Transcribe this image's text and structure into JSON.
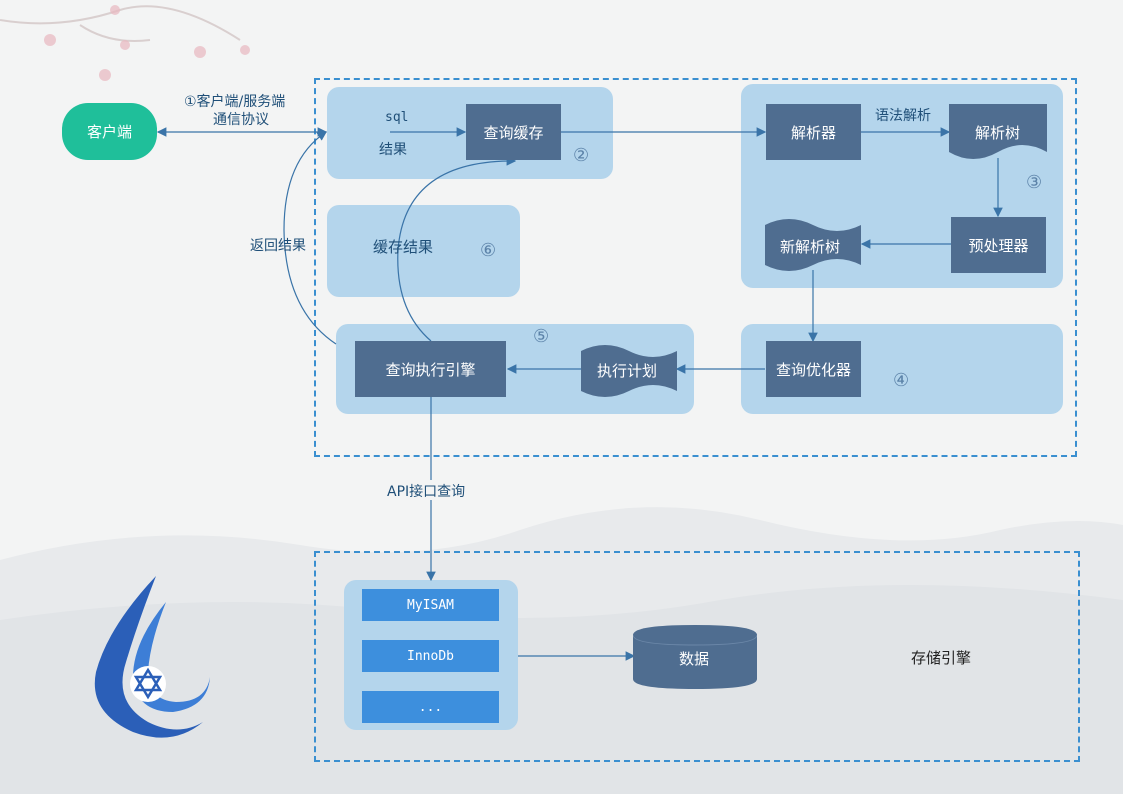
{
  "client": {
    "label": "客户端"
  },
  "protocol": {
    "line1": "①客户端/服务端",
    "line2": "通信协议"
  },
  "cache": {
    "sql_label": "sql",
    "result_label": "结果",
    "box_label": "查询缓存",
    "step": "②"
  },
  "parser_panel": {
    "parser": "解析器",
    "syntax_label": "语法解析",
    "parse_tree": "解析树",
    "step": "③",
    "preprocessor": "预处理器",
    "new_parse_tree": "新解析树"
  },
  "cache_result": {
    "label": "缓存结果",
    "step": "⑥"
  },
  "return_label": "返回结果",
  "execution": {
    "engine": "查询执行引擎",
    "plan": "执行计划",
    "step": "⑤"
  },
  "optimizer": {
    "label": "查询优化器",
    "step": "④"
  },
  "api_label": "API接口查询",
  "storage": {
    "engines": [
      "MyISAM",
      "InnoDb",
      "..."
    ],
    "data_label": "数据",
    "title": "存储引擎"
  },
  "colors": {
    "accent_green": "#1fbf9a",
    "box_dark": "#4f6d90",
    "panel": "#b4d5ec",
    "engine_blue": "#3d8fdd",
    "line": "#3a74a8"
  }
}
